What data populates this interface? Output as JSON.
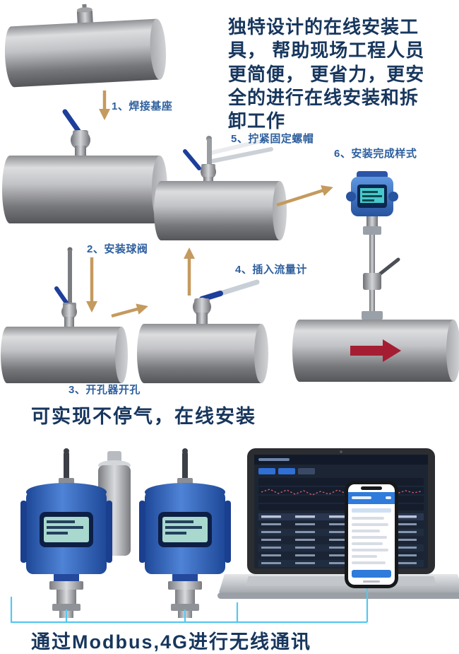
{
  "intro": {
    "lines": [
      "独特设计的在线安装工",
      "具， 帮助现场工程人员",
      "更简便， 更省力，更安",
      "全的进行在线安装和拆",
      "卸工作"
    ]
  },
  "steps": [
    {
      "label": "1、焊接基座"
    },
    {
      "label": "2、安装球阀"
    },
    {
      "label": "3、开孔器开孔"
    },
    {
      "label": "4、插入流量计"
    },
    {
      "label": "5、拧紧固定螺帽"
    },
    {
      "label": "6、安装完成样式"
    }
  ],
  "captions": {
    "middle": "可实现不停气，在线安装",
    "bottom": "通过Modbus,4G进行无线通讯"
  },
  "colors": {
    "heading_text": "#17365d",
    "step_label": "#2e5f9e",
    "arrow": "#c49a5e",
    "flow_arrow": "#a51d32",
    "connection_line": "#56c7f0",
    "device_blue": "#2d5cb0"
  }
}
